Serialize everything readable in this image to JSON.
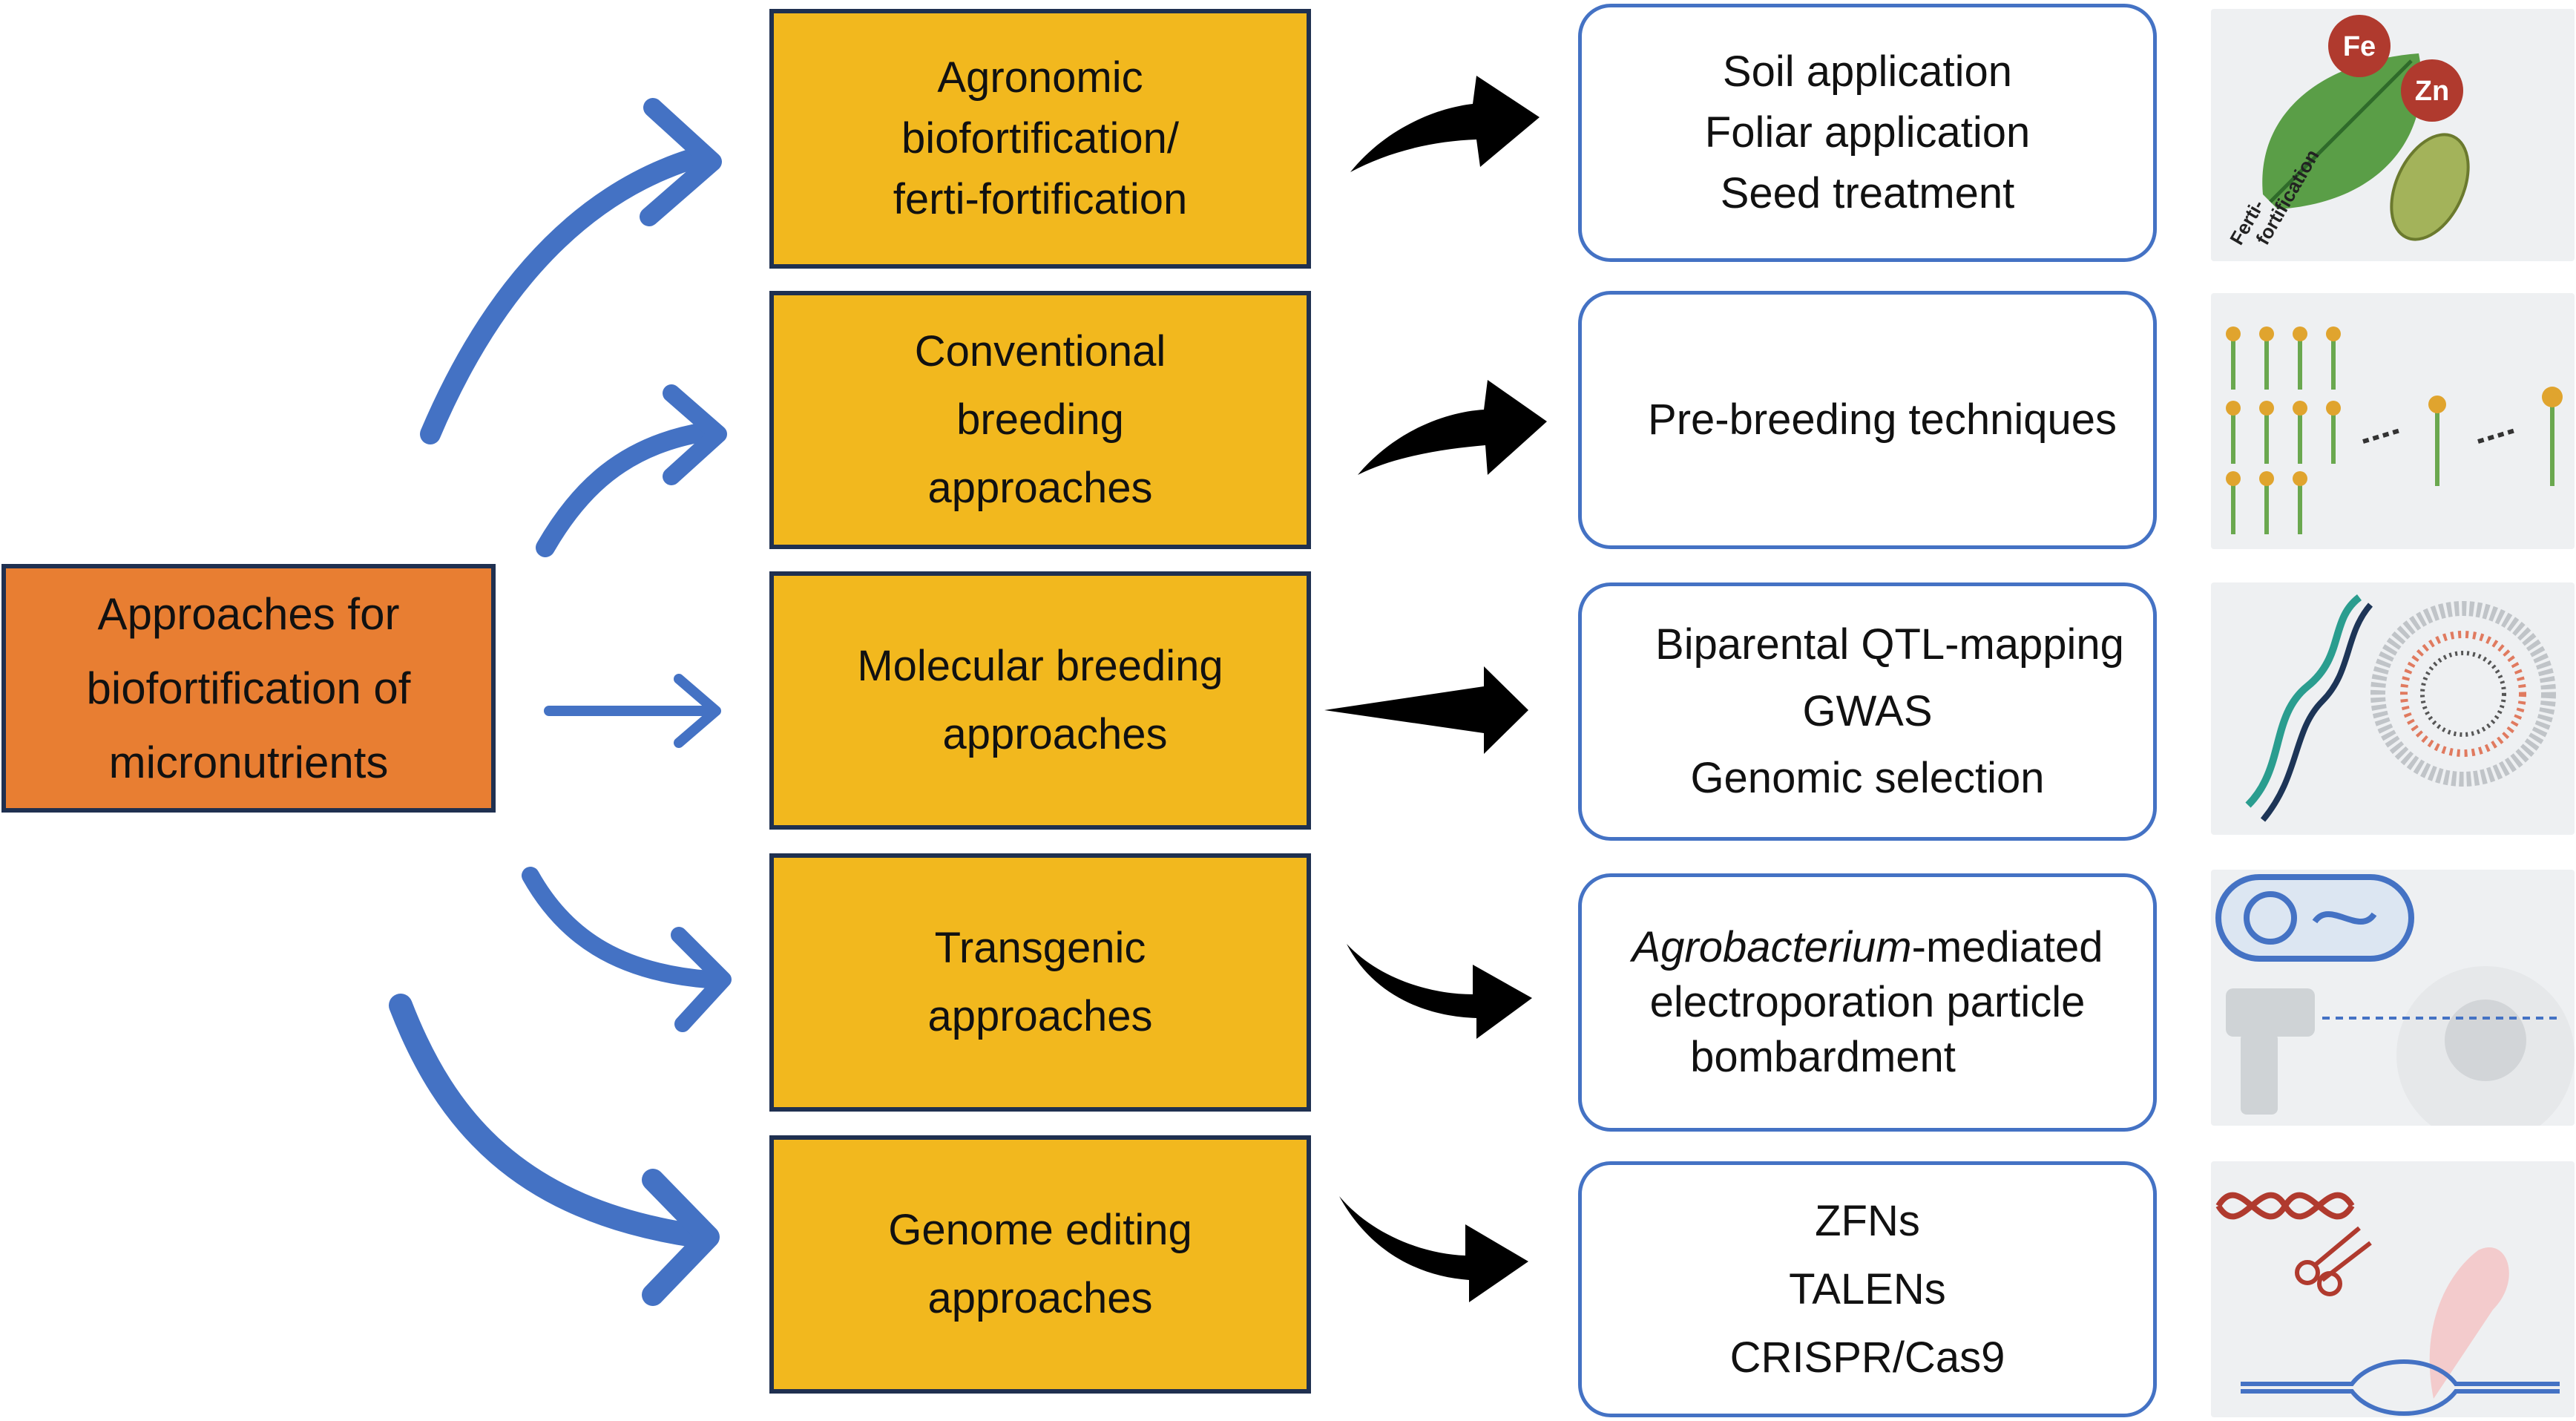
{
  "root": {
    "lines": [
      "Approaches for",
      "biofortification of",
      "micronutrients"
    ]
  },
  "approaches": [
    {
      "id": "agronomic",
      "lines": [
        "Agronomic",
        "biofortification/",
        "ferti-fortification"
      ]
    },
    {
      "id": "conventional",
      "lines": [
        "Conventional",
        "breeding",
        "approaches"
      ]
    },
    {
      "id": "molecular",
      "lines": [
        "Molecular breeding",
        "approaches"
      ]
    },
    {
      "id": "transgenic",
      "lines": [
        "Transgenic",
        "approaches"
      ]
    },
    {
      "id": "genome-editing",
      "lines": [
        "Genome editing",
        "approaches"
      ]
    }
  ],
  "methods": [
    {
      "lines": [
        "Soil application",
        "Foliar application",
        "Seed treatment"
      ]
    },
    {
      "lines": [
        "Pre-breeding techniques"
      ]
    },
    {
      "lines": [
        "Biparental QTL-mapping",
        "GWAS",
        "Genomic selection"
      ]
    },
    {
      "line1_italic": "Agrobacterium",
      "line1_rest": "-mediated",
      "lines": [
        "electroporation particle",
        "bombardment"
      ]
    },
    {
      "lines": [
        "ZFNs",
        "TALENs",
        "CRISPR/Cas9"
      ]
    }
  ],
  "illustrations": {
    "fertifortification": {
      "element_a": "Fe",
      "element_b": "Zn",
      "caption_a": "Ferti-",
      "caption_b": "fortification"
    }
  },
  "colors": {
    "root_fill": "#E87E32",
    "approach_fill": "#F2B81E",
    "box_border": "#1f3050",
    "method_border": "#4472C4",
    "arrow_blue": "#4472C4",
    "arrow_black": "#000000"
  }
}
